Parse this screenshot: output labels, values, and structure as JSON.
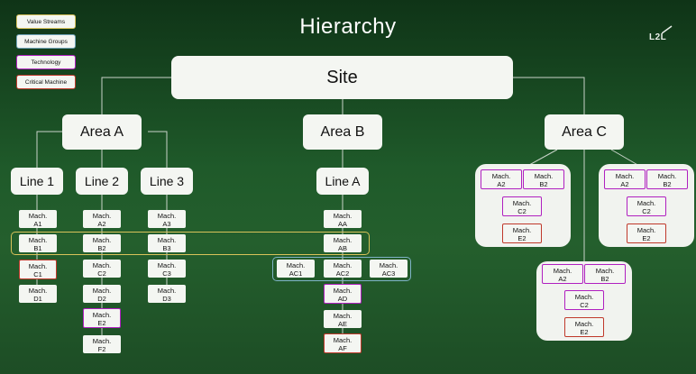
{
  "title": "Hierarchy",
  "logo": "L2L",
  "legend": {
    "value_streams": "Value Streams",
    "machine_groups": "Machine Groups",
    "technology": "Technology",
    "critical_machine": "Critical Machine"
  },
  "site": "Site",
  "areas": {
    "a": "Area A",
    "b": "Area B",
    "c": "Area C"
  },
  "lines": {
    "l1": "Line 1",
    "l2": "Line 2",
    "l3": "Line 3",
    "la": "Line A"
  },
  "line1": [
    "Mach.\nA1",
    "Mach.\nB1",
    "Mach.\nC1",
    "Mach.\nD1"
  ],
  "line2": [
    "Mach.\nA2",
    "Mach.\nB2",
    "Mach.\nC2",
    "Mach.\nD2",
    "Mach.\nE2",
    "Mach.\nF2"
  ],
  "line3": [
    "Mach.\nA3",
    "Mach.\nB3",
    "Mach.\nC3",
    "Mach.\nD3"
  ],
  "lineA": [
    "Mach.\nAA",
    "Mach.\nAB",
    "Mach.\nAC1",
    "Mach.\nAC2",
    "Mach.\nAC3",
    "Mach.\nAD",
    "Mach.\nAE",
    "Mach.\nAF"
  ],
  "cell": {
    "a2": "Mach.\nA2",
    "b2": "Mach.\nB2",
    "c2": "Mach.\nC2",
    "e2": "Mach.\nE2"
  },
  "colors": {
    "value_stream": "#d8c25a",
    "machine_group": "#7fb3c6",
    "technology": "#b020c0",
    "critical": "#c0392b"
  }
}
